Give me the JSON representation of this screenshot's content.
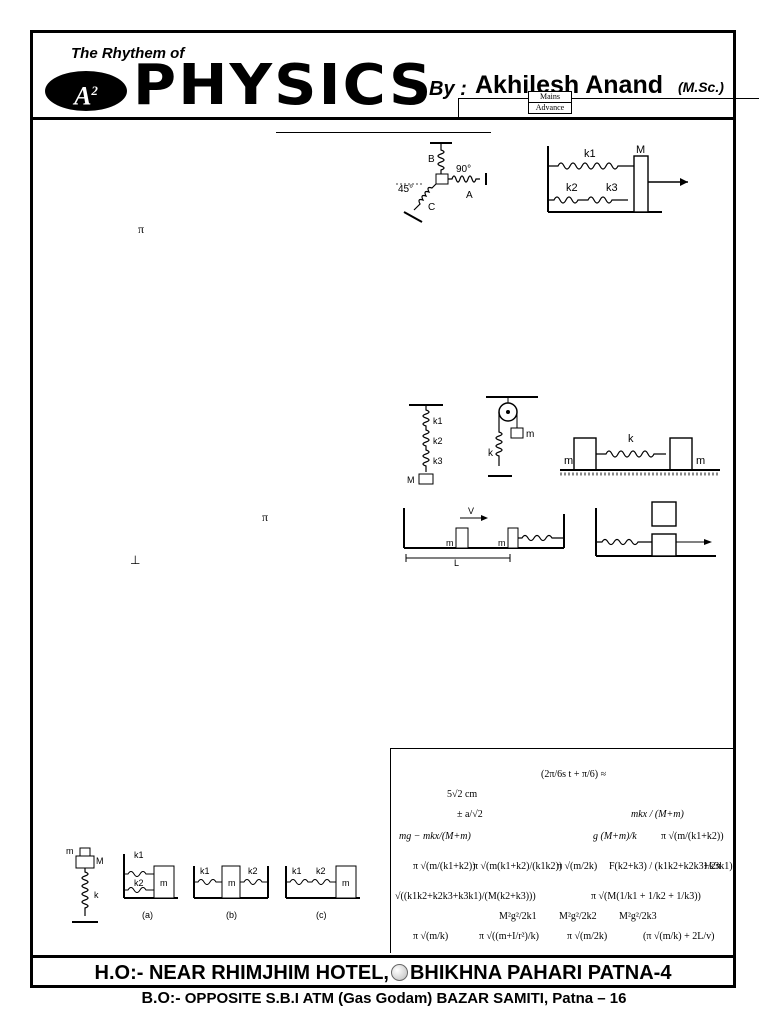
{
  "header": {
    "tagline": "The Rhythem of",
    "logo_text": "A",
    "logo_sup": "2",
    "brand": "PHYSICS",
    "by": "By :",
    "author": "Akhilesh Anand",
    "credential": "(M.Sc.)",
    "levels": [
      "Mains",
      "Advance"
    ]
  },
  "body_glyphs": [
    "π",
    "π",
    "⊥"
  ],
  "figures": {
    "fig1_labels": [
      "B",
      "90°",
      "45°",
      "C",
      "A"
    ],
    "fig2_labels": [
      "k1",
      "M",
      "k2",
      "k3"
    ],
    "fig3_labels": [
      "k1",
      "k2",
      "k3",
      "M"
    ],
    "fig4_labels": [
      "m",
      "k"
    ],
    "fig5_labels": [
      "m",
      "k",
      "m"
    ],
    "fig6_labels": [
      "V",
      "m",
      "m",
      "L"
    ],
    "fig8_labels": [
      "m",
      "M",
      "k"
    ],
    "fig9_labels": [
      "k1",
      "k2",
      "m",
      "(a)",
      "(b)",
      "(c)"
    ]
  },
  "answers": {
    "a1": "(2π/6s t + π/6) ≈",
    "a2": "5√2 cm",
    "a3": "± a/√2",
    "a4": "mkx / (M+m)",
    "a5": "mg − mkx/(M+m)",
    "a6": "g (M+m)/k",
    "a7": "π √(m/(k1+k2))",
    "a8": "π √(m/(k1+k2))",
    "a9": "π √(m(k1+k2)/(k1k2))",
    "a10": "π √(m/2k)",
    "a11": "F(k2+k3) / (k1k2+k2k3+k3k1)",
    "a12": "1/2π",
    "a13": "√((k1k2+k2k3+k3k1)/(M(k2+k3)))",
    "a14": "M²g²/2k1",
    "a15": "M²g²/2k2",
    "a16": "M²g²/2k3",
    "a17": "π √(M(1/k1 + 1/k2 + 1/k3))",
    "a18": "π √(m/k)",
    "a19": "π √((m+I/r²)/k)",
    "a20": "π √(m/2k)",
    "a21": "(π √(m/k) + 2L/v)"
  },
  "footer": {
    "ho_left": "H.O:- NEAR RHIMJHIM HOTEL,",
    "ho_right": "BHIKHNA PAHARI PATNA-4",
    "bo_lead": "B.O:-",
    "bo_rest": "OPPOSITE S.B.I ATM (Gas Godam) BAZAR SAMITI, Patna – 16"
  }
}
